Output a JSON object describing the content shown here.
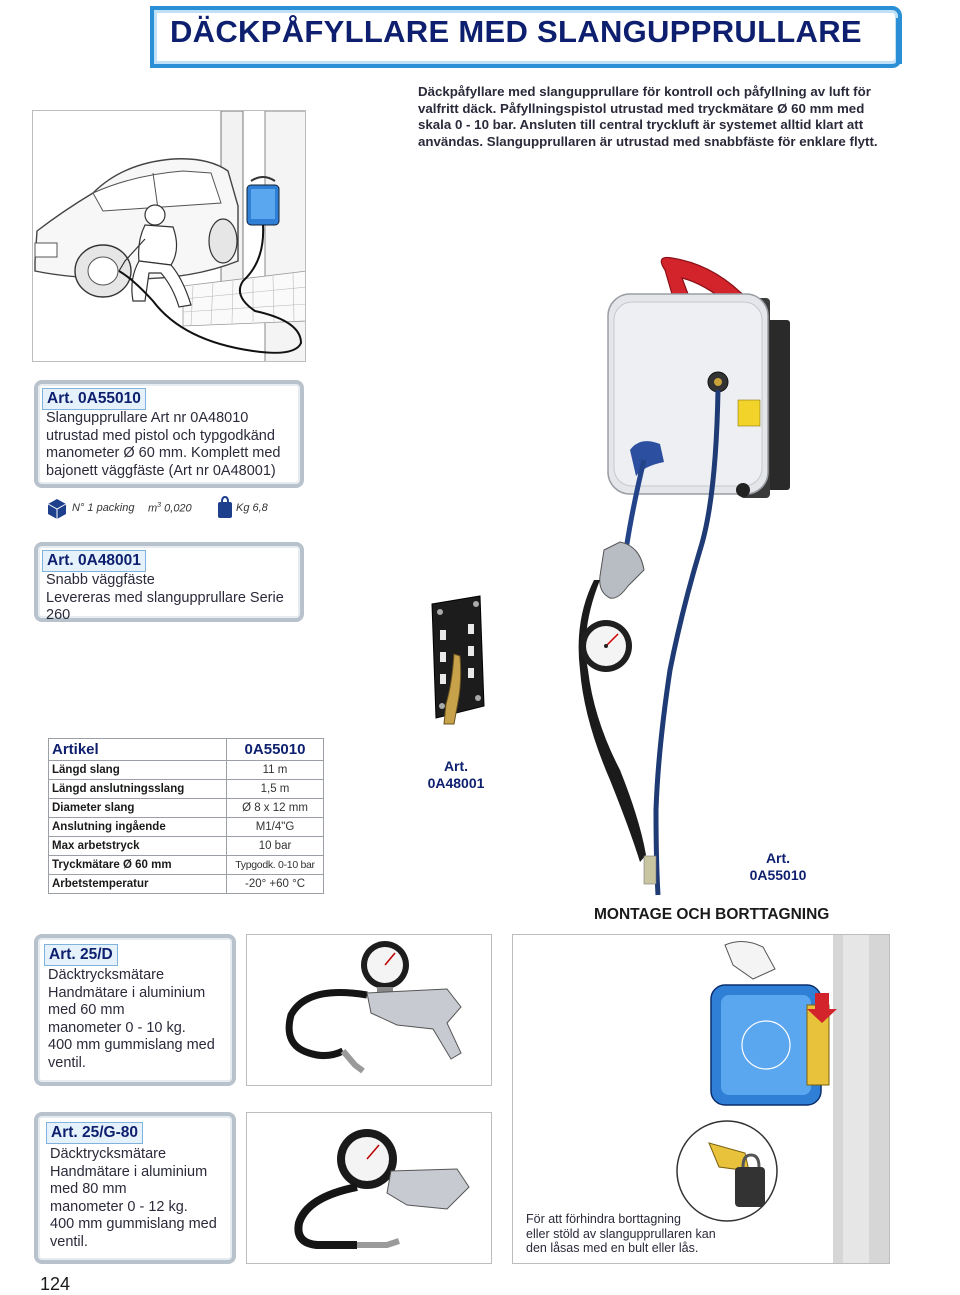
{
  "header": {
    "title": "DÄCKPÅFYLLARE MED SLANGUPPRULLARE"
  },
  "intro": {
    "lines": [
      "Däckpåfyllare med slangupprullare för kontroll och påfyllning av luft för",
      "valfritt däck. Påfyllningspistol utrustad med tryckmätare Ø 60 mm med",
      "skala 0 - 10 bar. Ansluten till central tryckluft är systemet alltid klart att",
      "användas. Slangupprullaren är utrustad med snabbfäste för enklare flytt."
    ]
  },
  "products": {
    "a55010": {
      "label": "Art. 0A55010",
      "lines": [
        "Slangupprullare Art nr 0A48010",
        "utrustad med pistol och typgodkänd",
        "manometer Ø 60 mm. Komplett med",
        "bajonett väggfäste (Art nr 0A48001)"
      ]
    },
    "a48001": {
      "label": "Art. 0A48001",
      "lines": [
        "Snabb väggfäste",
        "Levereras med slangupprullare Serie 260"
      ]
    },
    "a25d": {
      "label": "Art. 25/D",
      "lines": [
        "Däcktrycksmätare",
        "Handmätare i aluminium",
        "med 60 mm",
        "manometer 0 - 10 kg.",
        "400 mm gummislang med",
        "ventil."
      ]
    },
    "a25g80": {
      "label": "Art. 25/G-80",
      "lines": [
        "Däcktrycksmätare",
        "Handmätare i aluminium",
        "med 80 mm",
        "manometer 0 - 12 kg.",
        "400 mm gummislang med",
        "ventil."
      ]
    }
  },
  "packing": {
    "count": "N° 1 packing",
    "volume_unit": "m",
    "volume_exp": "3",
    "volume_value": "0,020",
    "weight": "Kg 6,8"
  },
  "spec_table": {
    "header": [
      "Artikel",
      "0A55010"
    ],
    "rows": [
      [
        "Längd slang",
        "11 m"
      ],
      [
        "Längd anslutningsslang",
        "1,5 m"
      ],
      [
        "Diameter slang",
        "Ø 8 x 12 mm"
      ],
      [
        "Anslutning ingående",
        "M1/4\"G"
      ],
      [
        "Max arbetstryck",
        "10 bar"
      ],
      [
        "Tryckmätare Ø 60 mm",
        "Typgodk. 0-10 bar"
      ],
      [
        "Arbetstemperatur",
        "-20° +60 °C"
      ]
    ]
  },
  "captions": {
    "bracket": [
      "Art.",
      "0A48001"
    ],
    "reel": [
      "Art.",
      "0A55010"
    ]
  },
  "montage": {
    "title": "MONTAGE OCH BORTTAGNING",
    "note_lines": [
      "För att förhindra borttagning",
      "eller stöld av slangupprullaren kan",
      "den låsas med en bult eller lås."
    ]
  },
  "page_number": "124",
  "colors": {
    "brand_blue": "#2b8fd6",
    "heading_navy": "#0d1f6e",
    "reel_red": "#d3242c",
    "reel_grey": "#e4e6ea"
  }
}
